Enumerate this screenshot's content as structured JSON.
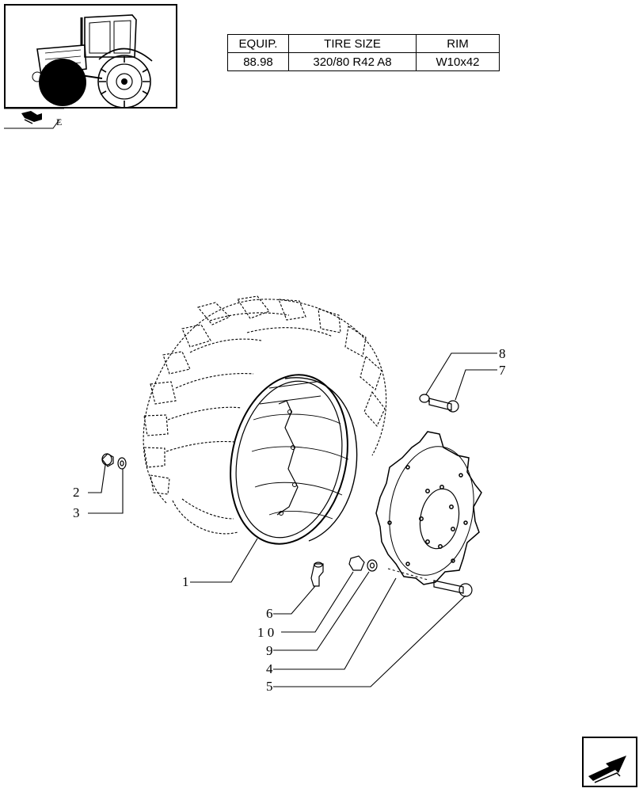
{
  "spec_table": {
    "headers": [
      "EQUIP.",
      "TIRE SIZE",
      "RIM"
    ],
    "rows": [
      [
        "88.98",
        "320/80 R42 A8",
        "W10x42"
      ]
    ]
  },
  "callouts": [
    "1",
    "2",
    "3",
    "4",
    "5",
    "6",
    "1 0",
    "9",
    "8",
    "7"
  ],
  "icons": {
    "thumbnail": "tractor-icon",
    "thumbnail_tab": "book-arrow-icon",
    "nav": "next-page-arrow-icon"
  },
  "colors": {
    "ink": "#000000",
    "background": "#ffffff"
  }
}
